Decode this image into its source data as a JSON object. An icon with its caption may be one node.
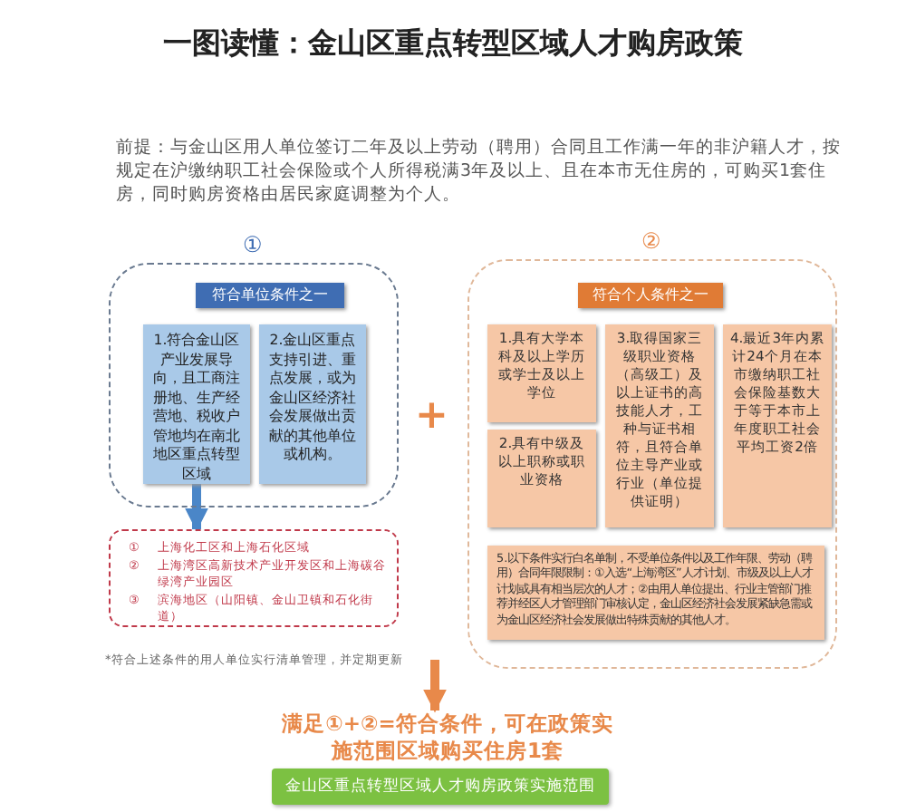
{
  "diagram": {
    "title": "一图读懂：金山区重点转型区域人才购房政策",
    "nodes": [
      {
        "text": [
          "①"
        ]
      },
      {
        "text": [
          "符合单位条件之一"
        ],
        "in": 0
      },
      {
        "text": [
          "1.符合金山区产业发展导向，且工商注册地、生产经营地、税收户管地均在南北地区重点转型区域"
        ],
        "in": 0
      },
      {
        "text": [
          "2.金山区重点支持引进、重点发展，或为金山区经济社会发展做出贡献的其他单位或机构。"
        ],
        "in": 0
      },
      {
        "text": [
          "①",
          "上海化工区和上海石化区域",
          "②",
          "上海湾区高新技术产业开发区和上海碳谷绿湾产业园区",
          "③",
          "滨海地区（山阳镇、金山卫镇和石化街道）"
        ]
      },
      {
        "text": [
          "②"
        ]
      },
      {
        "text": [
          "符合个人条件之一"
        ],
        "in": 5
      },
      {
        "text": [
          "1.具有大学本科及以上学历或学士及以上学位"
        ],
        "in": 5
      },
      {
        "text": [
          "2.具有中级及以上职称或职业资格"
        ],
        "in": 5
      },
      {
        "text": [
          "3.取得国家三级职业资格（高级工）及以上证书的高技能人才，工种与证书相符，且符合单位主导产业或行业（单位提供证明）"
        ],
        "in": 5
      },
      {
        "text": [
          "4.最近3年内累计24个月在本市缴纳职工社会保险基数大于等于本市上年度职工社会平均工资2倍"
        ],
        "in": 5
      },
      {
        "text": [
          "5.以下条件实行白名单制，不受单位条件以及工作年限、劳动（聘用）合同年限限制：①入选“上海湾区”人才计划、市级及以上人才计划或具有相当层次的人才；②由用人单位提出、行业主管部门推荐并经区人才管理部门审核认定，金山区经济社会发展紧缺急需或为金山区经济社会发展做出特殊贡献的其他人才。"
        ],
        "in": 5
      },
      {
        "text": [
          "满足①+②=符合条件，可在政策实施范围区域购买住房1套"
        ]
      },
      {
        "text": [
          "金山区重点转型区域人才购房政策实施范围"
        ]
      }
    ],
    "edges": [
      {
        "from": 2,
        "to": 4,
        "arrow": "to",
        "color": "#4a86c8"
      },
      {
        "from": null,
        "to": 12,
        "arrow": "to",
        "color": "#e8894a"
      }
    ],
    "labels": [
      "前提：与金山区用人单位签订二年及以上劳动（聘用）合同且工作满一年的非沪籍人才，按规定在沪缴纳职工社会保险或个人所得税满3年及以上、且在本市无住房的，可购买1套住房，同时购房资格由居民家庭调整为个人。",
      "+",
      "*符合上述条件的用人单位实行清单管理，并定期更新"
    ]
  }
}
